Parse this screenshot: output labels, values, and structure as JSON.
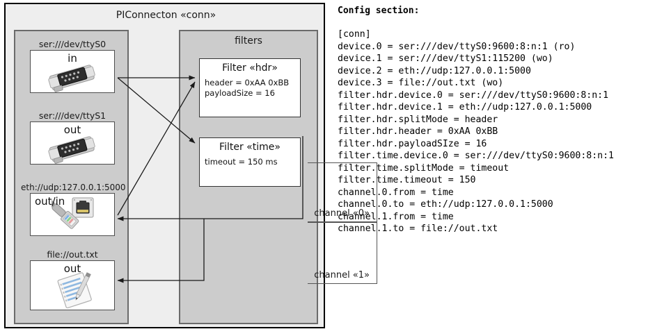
{
  "diagram": {
    "title": "PIConnecton «conn»",
    "devices_panel": {
      "title": "",
      "items": [
        {
          "label": "ser:///dev/ttyS0",
          "direction": "in",
          "icon": "serial-port-icon"
        },
        {
          "label": "ser:///dev/ttyS1",
          "direction": "out",
          "icon": "serial-port-icon"
        },
        {
          "label": "eth://udp:127.0.0.1:5000",
          "direction": "out/in",
          "icon": "ethernet-jack-icon"
        },
        {
          "label": "file://out.txt",
          "direction": "out",
          "icon": "text-file-icon"
        }
      ]
    },
    "filters_panel": {
      "title": "filters",
      "items": [
        {
          "title": "Filter «hdr»",
          "props": [
            "header = 0xAA 0xBB",
            "payloadSize = 16"
          ]
        },
        {
          "title": "Filter «time»",
          "props": [
            "timeout = 150 ms"
          ]
        }
      ]
    },
    "channels": [
      {
        "label": "channel «0»"
      },
      {
        "label": "channel «1»"
      }
    ]
  },
  "config": {
    "heading": "Config section:",
    "lines": [
      "[conn]",
      "device.0 = ser:///dev/ttyS0:9600:8:n:1 (ro)",
      "device.1 = ser:///dev/ttyS1:115200 (wo)",
      "device.2 = eth://udp:127.0.0.1:5000",
      "device.3 = file://out.txt (wo)",
      "filter.hdr.device.0 = ser:///dev/ttyS0:9600:8:n:1",
      "filter.hdr.device.1 = eth://udp:127.0.0.1:5000",
      "filter.hdr.splitMode = header",
      "filter.hdr.header = 0xAA 0xBB",
      "filter.hdr.payloadSIze = 16",
      "filter.time.device.0 = ser:///dev/ttyS0:9600:8:n:1",
      "filter.time.splitMode = timeout",
      "filter.time.timeout = 150",
      "channel.0.from = time",
      "channel.0.to = eth://udp:127.0.0.1:5000",
      "channel.1.from = time",
      "channel.1.to = file://out.txt"
    ]
  },
  "colors": {
    "frame_bg": "#eeeeee",
    "panel_bg": "#cccccc",
    "panel_border": "#6b6b6b",
    "node_bg": "#ffffff",
    "node_border": "#4d4d4d",
    "arrow": "#1a1a1a"
  }
}
